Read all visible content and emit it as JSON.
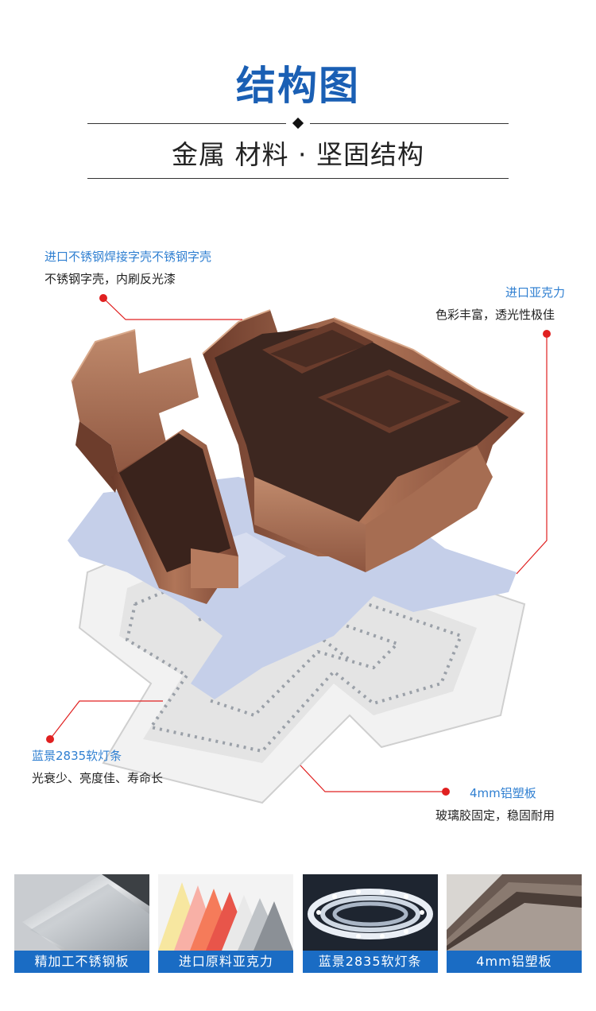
{
  "header": {
    "title": "结构图",
    "subtitle": "金属 材料 · 坚固结构"
  },
  "callouts": {
    "steel_shell": {
      "title": "进口不锈钢焊接字壳不锈钢字壳",
      "desc": "不锈钢字壳，内刷反光漆"
    },
    "acrylic": {
      "title": "进口亚克力",
      "desc": "色彩丰富，透光性极佳"
    },
    "led": {
      "title": "蓝景2835软灯条",
      "desc": "光衰少、亮度佳、寿命长"
    },
    "panel": {
      "title": "4mm铝塑板",
      "desc": "玻璃胶固定，稳固耐用"
    }
  },
  "materials": [
    {
      "label": "精加工不锈钢板",
      "icon": "stainless-steel-sheets"
    },
    {
      "label": "进口原料亚克力",
      "icon": "acrylic-sheets"
    },
    {
      "label": "蓝景2835软灯条",
      "icon": "led-strip-roll"
    },
    {
      "label": "4mm铝塑板",
      "icon": "aluminum-composite-panels"
    }
  ],
  "colors": {
    "title_blue": "#1a5fb4",
    "callout_blue": "#2f7fd1",
    "leader_red": "#e02020",
    "bar_blue": "#1a6cc4",
    "bronze": "#8a5038",
    "acrylic_blue": "#c5cfe9"
  }
}
